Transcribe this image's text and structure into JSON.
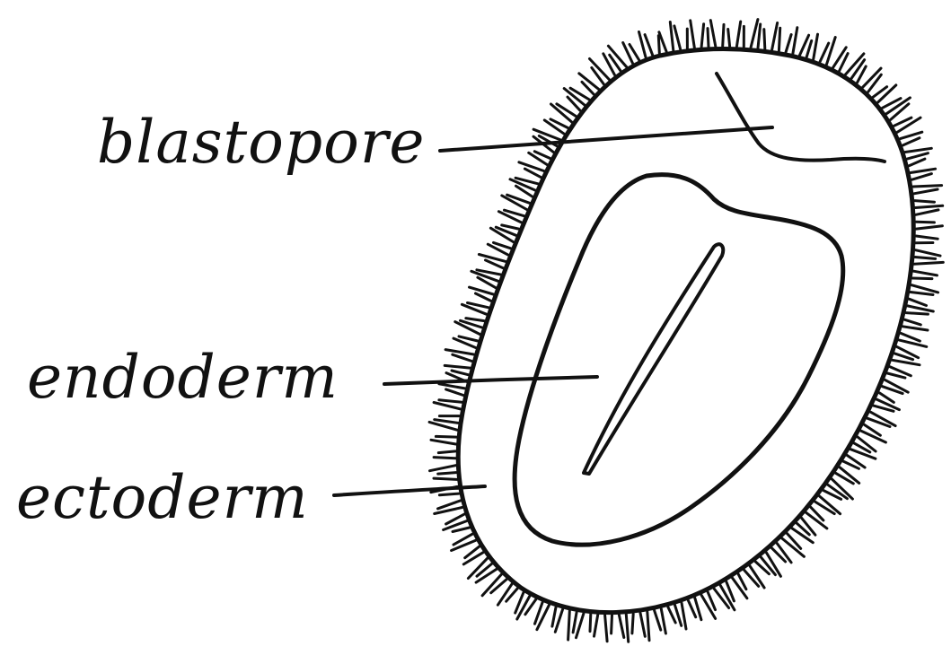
{
  "labels": {
    "blastopore": "blastopore",
    "endoderm": "endoderm",
    "ectoderm": "ectoderm"
  },
  "colors": {
    "ink": "#111111",
    "paper": "#ffffff"
  }
}
